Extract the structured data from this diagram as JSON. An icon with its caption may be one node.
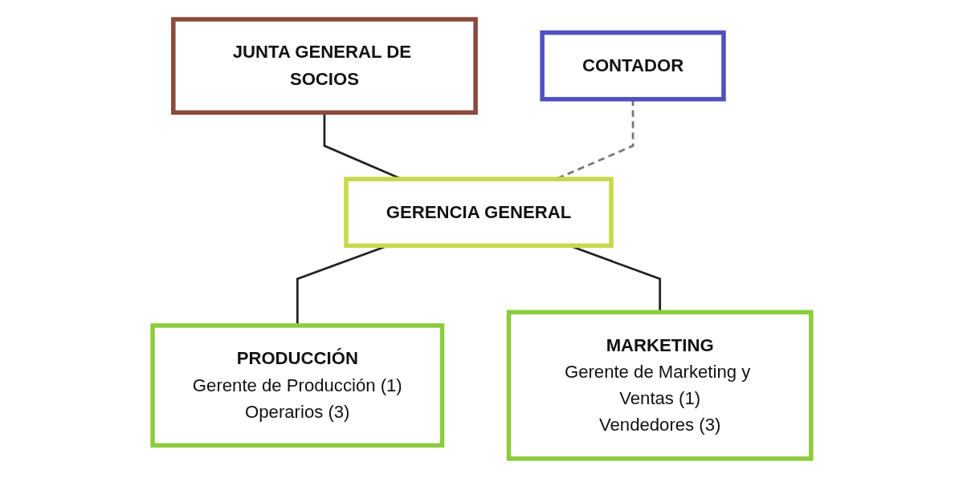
{
  "diagram": {
    "nodes": [
      {
        "text": [
          "JUNTA GENERAL DE SOCIOS"
        ]
      },
      {
        "text": [
          "GERENCIA GENERAL"
        ]
      },
      {
        "text": [
          "CONTADOR"
        ]
      },
      {
        "text": [
          "PRODUCCIÓN",
          "Gerente de Producción (1)",
          "Operarios (3)"
        ]
      },
      {
        "text": [
          "MARKETING",
          "Gerente de Marketing y Ventas (1)",
          "Vendedores (3)"
        ]
      }
    ],
    "edges": [
      {
        "from": 0,
        "to": 1,
        "arrow": "none"
      },
      {
        "from": 2,
        "to": 1,
        "arrow": "none",
        "style": "dashed",
        "color": "#777777"
      },
      {
        "from": 1,
        "to": 3,
        "arrow": "none"
      },
      {
        "from": 1,
        "to": 4,
        "arrow": "none"
      }
    ]
  }
}
